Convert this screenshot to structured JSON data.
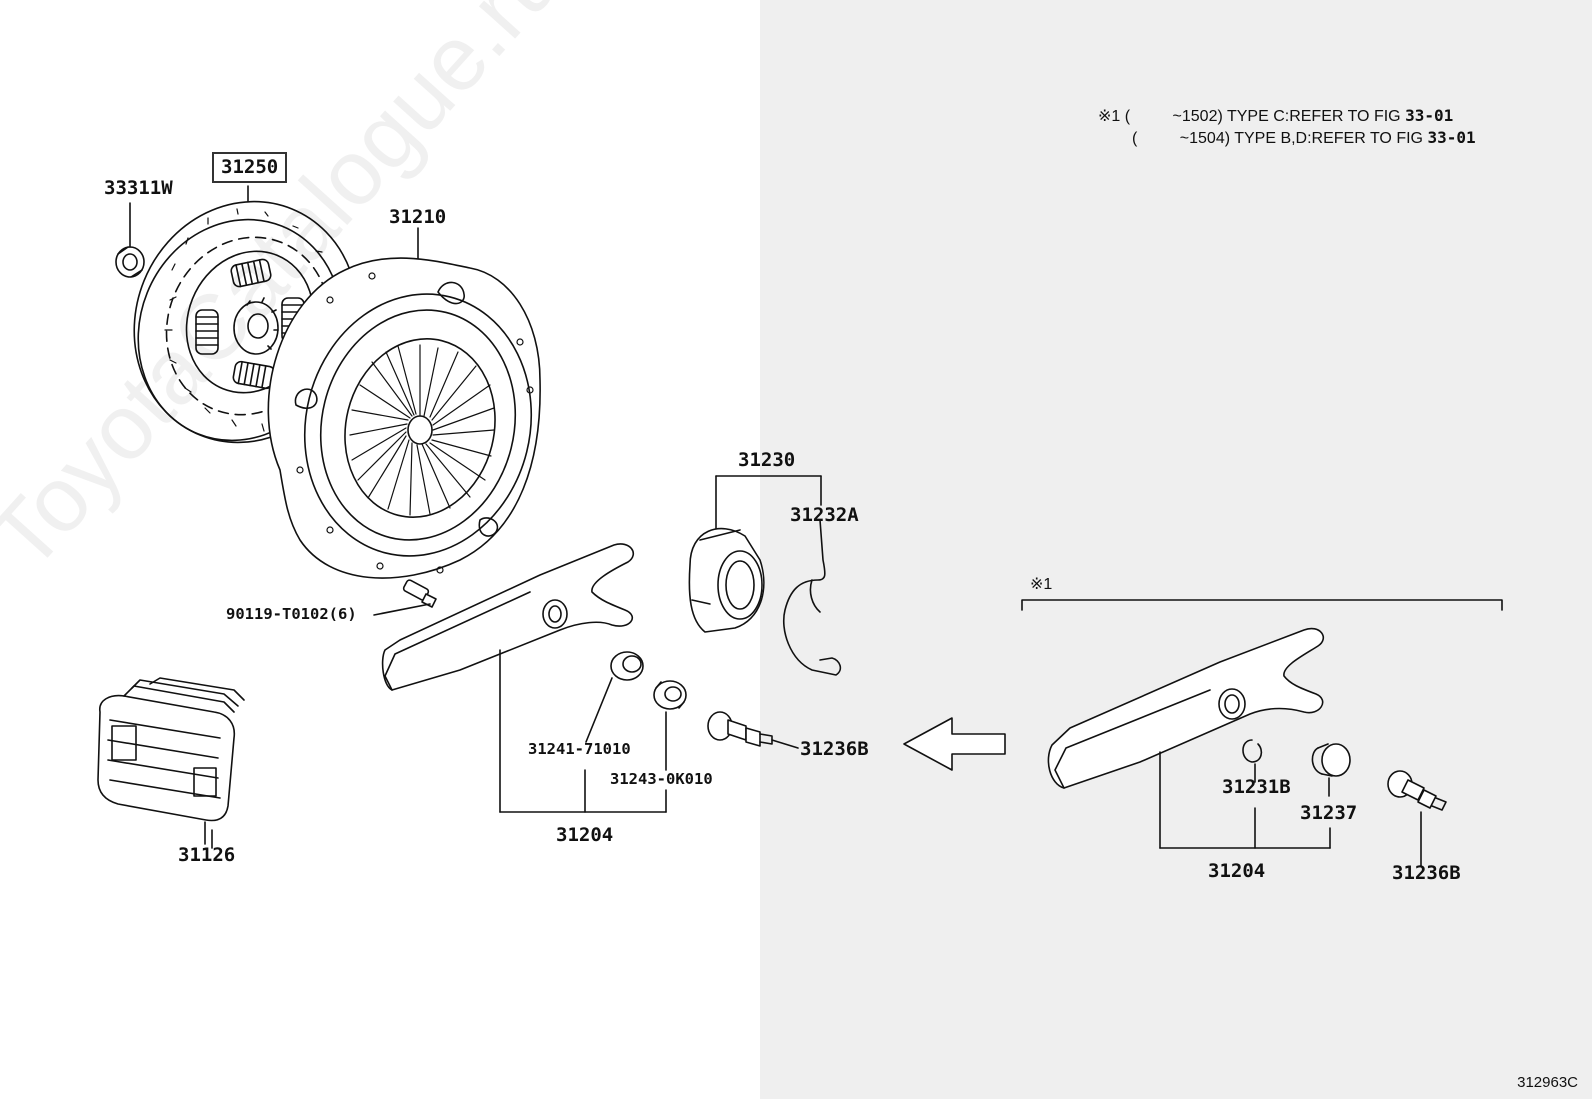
{
  "notes": {
    "line1": {
      "mark": "※1 (",
      "range": "~1502) TYPE C:REFER TO FIG",
      "fig": "33-01"
    },
    "line2": {
      "mark": "(",
      "range": "~1504) TYPE B,D:REFER TO FIG",
      "fig": "33-01"
    }
  },
  "labels": {
    "p33311W": "33311W",
    "p31250": "31250",
    "p31210": "31210",
    "p90119": "90119-T0102(6)",
    "p31230": "31230",
    "p31232A": "31232A",
    "p31241": "31241-71010",
    "p31243": "31243-0K010",
    "p31204_left": "31204",
    "p31236B_left": "31236B",
    "p31126": "31126",
    "variant_mark": "※1",
    "p31231B": "31231B",
    "p31237": "31237",
    "p31204_right": "31204",
    "p31236B_right": "31236B"
  },
  "watermark": "ToyotaCatalogue.ru",
  "figure_code": "312963C"
}
